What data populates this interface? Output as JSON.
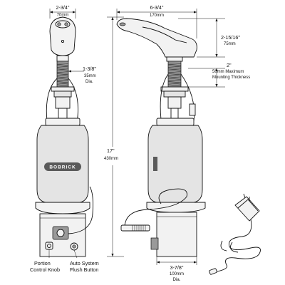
{
  "brand": "BOBRICK",
  "dimensions": {
    "spout_width": {
      "imperial": "2-3/4\"",
      "metric": "70mm"
    },
    "spout_reach": {
      "imperial": "6-3/4\"",
      "metric": "170mm"
    },
    "spout_height": {
      "imperial": "2-15/16\"",
      "metric": "75mm"
    },
    "mounting": {
      "imperial": "2\"",
      "metric": "50mm Maximum",
      "note": "Mounting Thickness"
    },
    "shank": {
      "imperial": "1-3/8\"",
      "metric": "35mm",
      "note": "Dia."
    },
    "overall_height": {
      "imperial": "17\"",
      "metric": "430mm"
    },
    "base_diameter": {
      "imperial": "3-7/8\"",
      "metric": "100mm",
      "note": "Dia."
    }
  },
  "callouts": {
    "portion_control": [
      "Portion",
      "Control Knob"
    ],
    "auto_flush": [
      "Auto System",
      "Flush Button"
    ]
  }
}
